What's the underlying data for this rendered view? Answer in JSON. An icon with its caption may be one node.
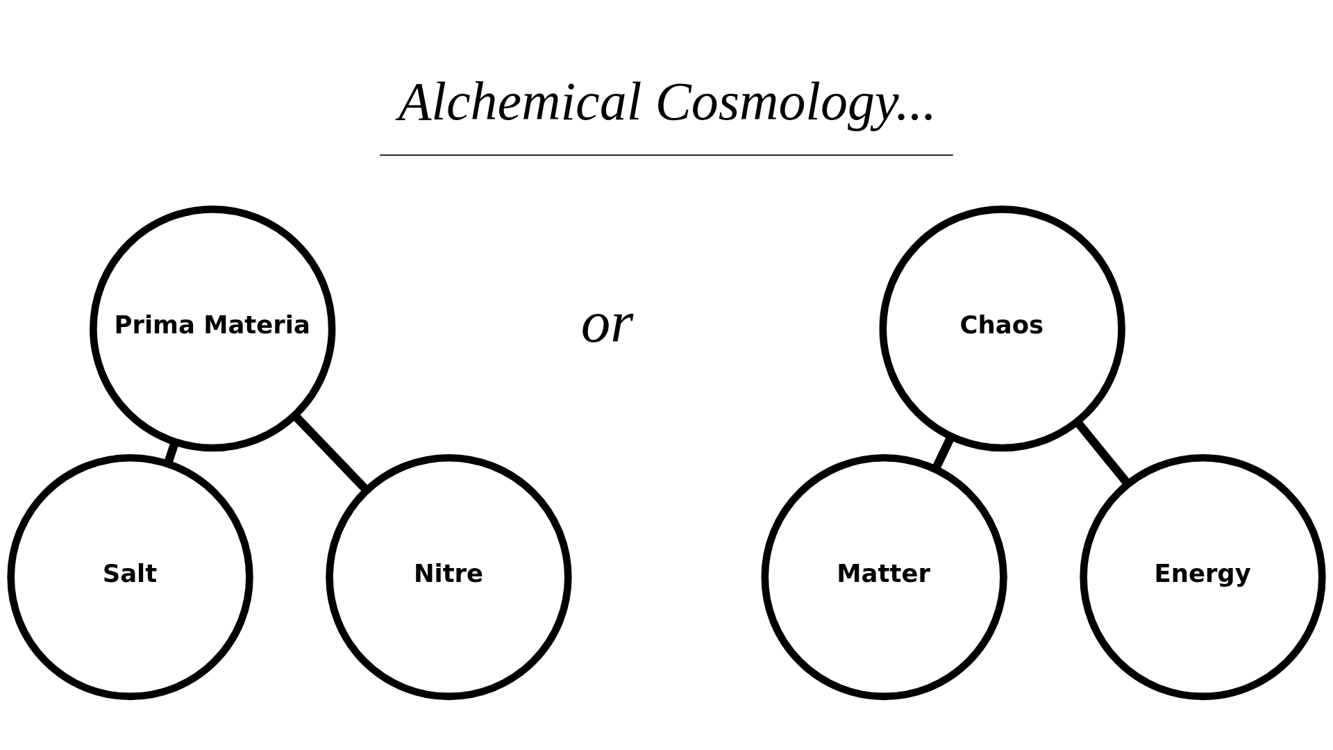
{
  "diagram": {
    "title": "Alchemical Cosmology...",
    "nodes": [
      {
        "text": [
          "Prima Materia"
        ]
      },
      {
        "text": [
          "Salt"
        ]
      },
      {
        "text": [
          "Nitre"
        ]
      },
      {
        "text": [
          "Chaos"
        ]
      },
      {
        "text": [
          "Matter"
        ]
      },
      {
        "text": [
          "Energy"
        ]
      }
    ],
    "edges": [
      {
        "from": 0,
        "to": 1,
        "arrow": "none"
      },
      {
        "from": 0,
        "to": 2,
        "arrow": "none"
      },
      {
        "from": 3,
        "to": 4,
        "arrow": "none"
      },
      {
        "from": 3,
        "to": 5,
        "arrow": "none"
      }
    ],
    "labels": [
      "or"
    ]
  }
}
